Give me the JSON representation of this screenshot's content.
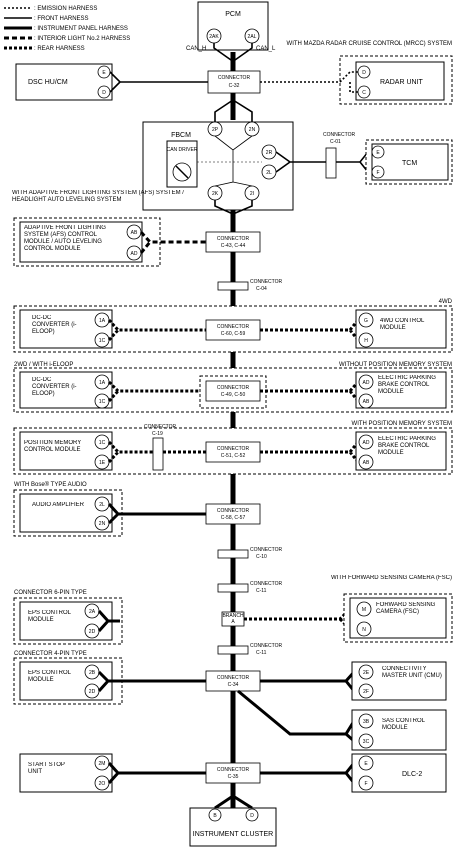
{
  "legend": [
    {
      "style": "em",
      "label": ": EMISSION HARNESS"
    },
    {
      "style": "front",
      "label": ": FRONT HARNESS"
    },
    {
      "style": "ip",
      "label": ": INSTRUMENT PANEL HARNESS"
    },
    {
      "style": "il",
      "label": ": INTERIOR LIGHT No.2 HARNESS"
    },
    {
      "style": "rear",
      "label": ": REAR HARNESS"
    }
  ],
  "pcm": {
    "label": "PCM",
    "t1": "2AK",
    "t2": "2AL",
    "can_h": "CAN_H",
    "can_l": "CAN_L"
  },
  "dsc": {
    "label": "DSC HU/CM",
    "t1": "E",
    "t2": "D"
  },
  "radar": {
    "group": "WITH MAZDA RADAR CRUISE CONTROL (MRCC) SYSTEM",
    "label": "RADAR UNIT",
    "t1": "D",
    "t2": "C"
  },
  "c32": {
    "title": "CONNECTOR",
    "code": "C-32"
  },
  "fbcm": {
    "label": "FBCM",
    "driver": "CAN DRIVER",
    "t_top_l": "2P",
    "t_top_r": "2N",
    "t_mid_1": "2R",
    "t_mid_2": "2L",
    "t_bot_l": "2K",
    "t_bot_r": "2I"
  },
  "c01": {
    "title": "CONNECTOR",
    "code": "C-01"
  },
  "tcm": {
    "label": "TCM",
    "t1": "E",
    "t2": "F"
  },
  "afs": {
    "group": "WITH ADAPTIVE FRONT LIGHTING SYSTEM (AFS) SYSTEM / HEADLIGHT AUTO LEVELING SYSTEM",
    "label": "ADAPTIVE FRONT LIGHTING SYSTEM (AFS) CONTROL MODULE / AUTO LEVELING CONTROL MODULE",
    "t1": "AB",
    "t2": "AD"
  },
  "c43": {
    "title": "CONNECTOR",
    "code": "C-43, C-44"
  },
  "c04": {
    "title": "CONNECTOR",
    "code": "C-04"
  },
  "row4wd": {
    "group": "4WD",
    "left_label": "DC-DC CONVERTER (i-ELOOP)",
    "lt1": "1A",
    "lt2": "1C",
    "conn_title": "CONNECTOR",
    "conn_code": "C-60, C-59",
    "right_label": "4WD CONTROL MODULE",
    "rt1": "G",
    "rt2": "H"
  },
  "row2wd": {
    "group_left": "2WD / WITH i-ELOOP",
    "group_right": "WITHOUT POSITION MEMORY SYSTEM",
    "left_label": "DC-DC CONVERTER (i-ELOOP)",
    "lt1": "1A",
    "lt2": "1C",
    "conn_title": "CONNECTOR",
    "conn_code": "C-49, C-50",
    "right_label": "ELECTRIC PARKING BRAKE CONTROL MODULE",
    "rt1": "AD",
    "rt2": "AB"
  },
  "rowpm": {
    "group": "WITH POSITION MEMORY SYSTEM",
    "left_label": "POSITION MEMORY CONTROL MODULE",
    "lt1": "1C",
    "lt2": "1E",
    "c19_title": "CONNECTOR",
    "c19_code": "C-19",
    "conn_title": "CONNECTOR",
    "conn_code": "C-51, C-52",
    "right_label": "ELECTRIC PARKING BRAKE CONTROL MODULE",
    "rt1": "AD",
    "rt2": "AB"
  },
  "bose": {
    "group": "WITH Bose® TYPE AUDIO",
    "label": "AUDIO AMPLIFIER",
    "t1": "2L",
    "t2": "2N",
    "conn_title": "CONNECTOR",
    "conn_code": "C-58, C-57"
  },
  "c10": {
    "title": "CONNECTOR",
    "code": "C-10"
  },
  "c11a": {
    "title": "CONNECTOR",
    "code": "C-11"
  },
  "eps6": {
    "group": "CONNECTOR 6-PIN TYPE",
    "label": "EPS CONTROL MODULE",
    "t1": "2A",
    "t2": "2D"
  },
  "branch": {
    "label": "BRANCH A"
  },
  "fsc": {
    "group": "WITH FORWARD SENSING CAMERA (FSC)",
    "label": "FORWARD SENSING CAMERA (FSC)",
    "t1": "M",
    "t2": "N"
  },
  "c11b": {
    "title": "CONNECTOR",
    "code": "C-11"
  },
  "eps4": {
    "group": "CONNECTOR 4-PIN TYPE",
    "label": "EPS CONTROL MODULE",
    "t1": "2B",
    "t2": "2D"
  },
  "c34": {
    "title": "CONNECTOR",
    "code": "C-34"
  },
  "cmu": {
    "label": "CONNECTIVITY MASTER UNIT (CMU)",
    "t1": "2E",
    "t2": "2F"
  },
  "sas": {
    "label": "SAS CONTROL MODULE",
    "t1": "3B",
    "t2": "3C"
  },
  "start": {
    "label": "START STOP UNIT",
    "t1": "2M",
    "t2": "2O"
  },
  "c35": {
    "title": "CONNECTOR",
    "code": "C-35"
  },
  "dlc": {
    "label": "DLC-2",
    "t1": "E",
    "t2": "F"
  },
  "cluster": {
    "label": "INSTRUMENT CLUSTER",
    "t1": "B",
    "t2": "D"
  }
}
